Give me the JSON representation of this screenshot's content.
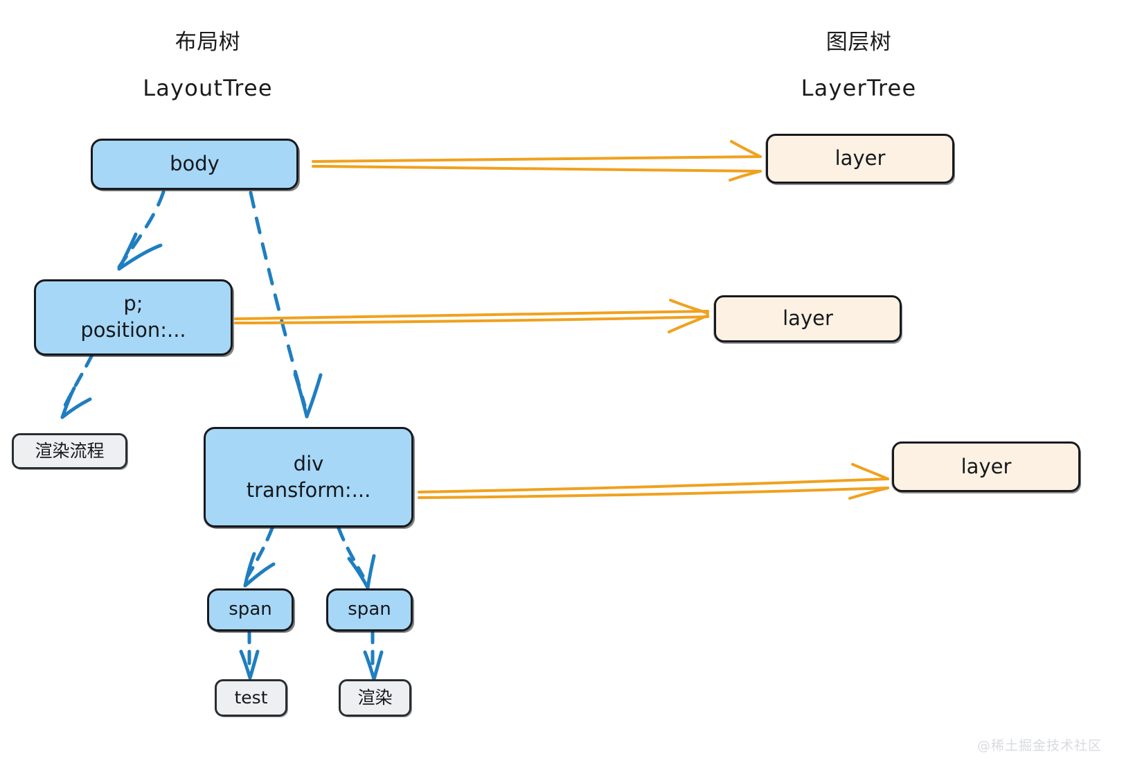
{
  "diagram": {
    "title_left_cn": "布局树",
    "title_left_en": "LayoutTree",
    "title_right_cn": "图层树",
    "title_right_en": "LayerTree",
    "watermark": "@稀土掘金技术社区",
    "colors": {
      "node_blue_fill": "#a6d7f7",
      "node_cream_fill": "#fcf1e2",
      "node_gray_fill": "#eeeff1",
      "stroke_dark": "#17191c",
      "arrow_blue": "#1f7ec0",
      "arrow_orange": "#f0a11e",
      "background": "#ffffff",
      "watermark": "#d8dade"
    }
  },
  "layout_tree": {
    "nodes": [
      {
        "id": "body",
        "label": "body"
      },
      {
        "id": "p",
        "label": "p;\nposition:..."
      },
      {
        "id": "render",
        "label": "渲染流程"
      },
      {
        "id": "div",
        "label": "div\ntransform:..."
      },
      {
        "id": "span_left",
        "label": "span"
      },
      {
        "id": "span_right",
        "label": "span"
      },
      {
        "id": "test",
        "label": "test"
      },
      {
        "id": "render_cn",
        "label": "渲染"
      }
    ],
    "edges": [
      {
        "from": "body",
        "to": "p",
        "style": "dashed-blue"
      },
      {
        "from": "body",
        "to": "div",
        "style": "dashed-blue"
      },
      {
        "from": "p",
        "to": "render",
        "style": "dashed-blue"
      },
      {
        "from": "div",
        "to": "span_left",
        "style": "dashed-blue"
      },
      {
        "from": "div",
        "to": "span_right",
        "style": "dashed-blue"
      },
      {
        "from": "span_left",
        "to": "test",
        "style": "dashed-blue"
      },
      {
        "from": "span_right",
        "to": "render_cn",
        "style": "dashed-blue"
      }
    ]
  },
  "layer_tree": {
    "nodes": [
      {
        "id": "layer_top",
        "label": "layer"
      },
      {
        "id": "layer_middle",
        "label": "layer"
      },
      {
        "id": "layer_bottom",
        "label": "layer"
      }
    ]
  },
  "mappings": [
    {
      "from": "body",
      "to": "layer_top",
      "style": "solid-orange"
    },
    {
      "from": "p",
      "to": "layer_middle",
      "style": "solid-orange"
    },
    {
      "from": "div",
      "to": "layer_bottom",
      "style": "solid-orange"
    }
  ]
}
